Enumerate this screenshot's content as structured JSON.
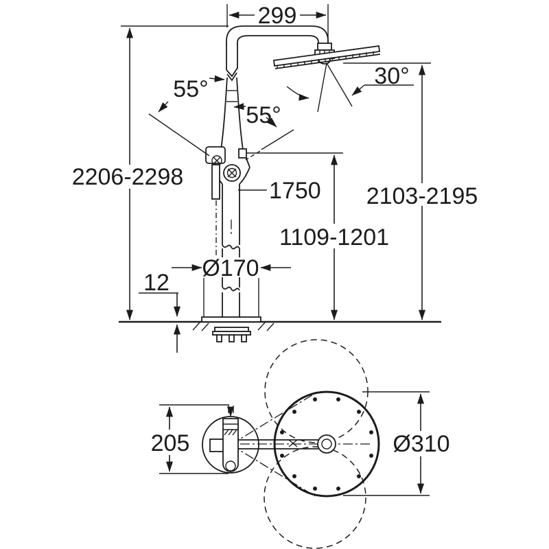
{
  "drawing": {
    "front_view": {
      "labels": {
        "reach": "299",
        "swivel_left": "55°",
        "swivel_right": "55°",
        "tilt": "30°",
        "total_height": "2206-2298",
        "hose_length": "1750",
        "head_height": "2103-2195",
        "outlet_height": "1109-1201",
        "base_diameter": "Ø170",
        "plate_height": "12"
      }
    },
    "plan_view": {
      "labels": {
        "depth": "205",
        "head_diameter": "Ø310"
      }
    },
    "colors": {
      "line": "#1c1c1c",
      "background": "#ffffff"
    }
  }
}
